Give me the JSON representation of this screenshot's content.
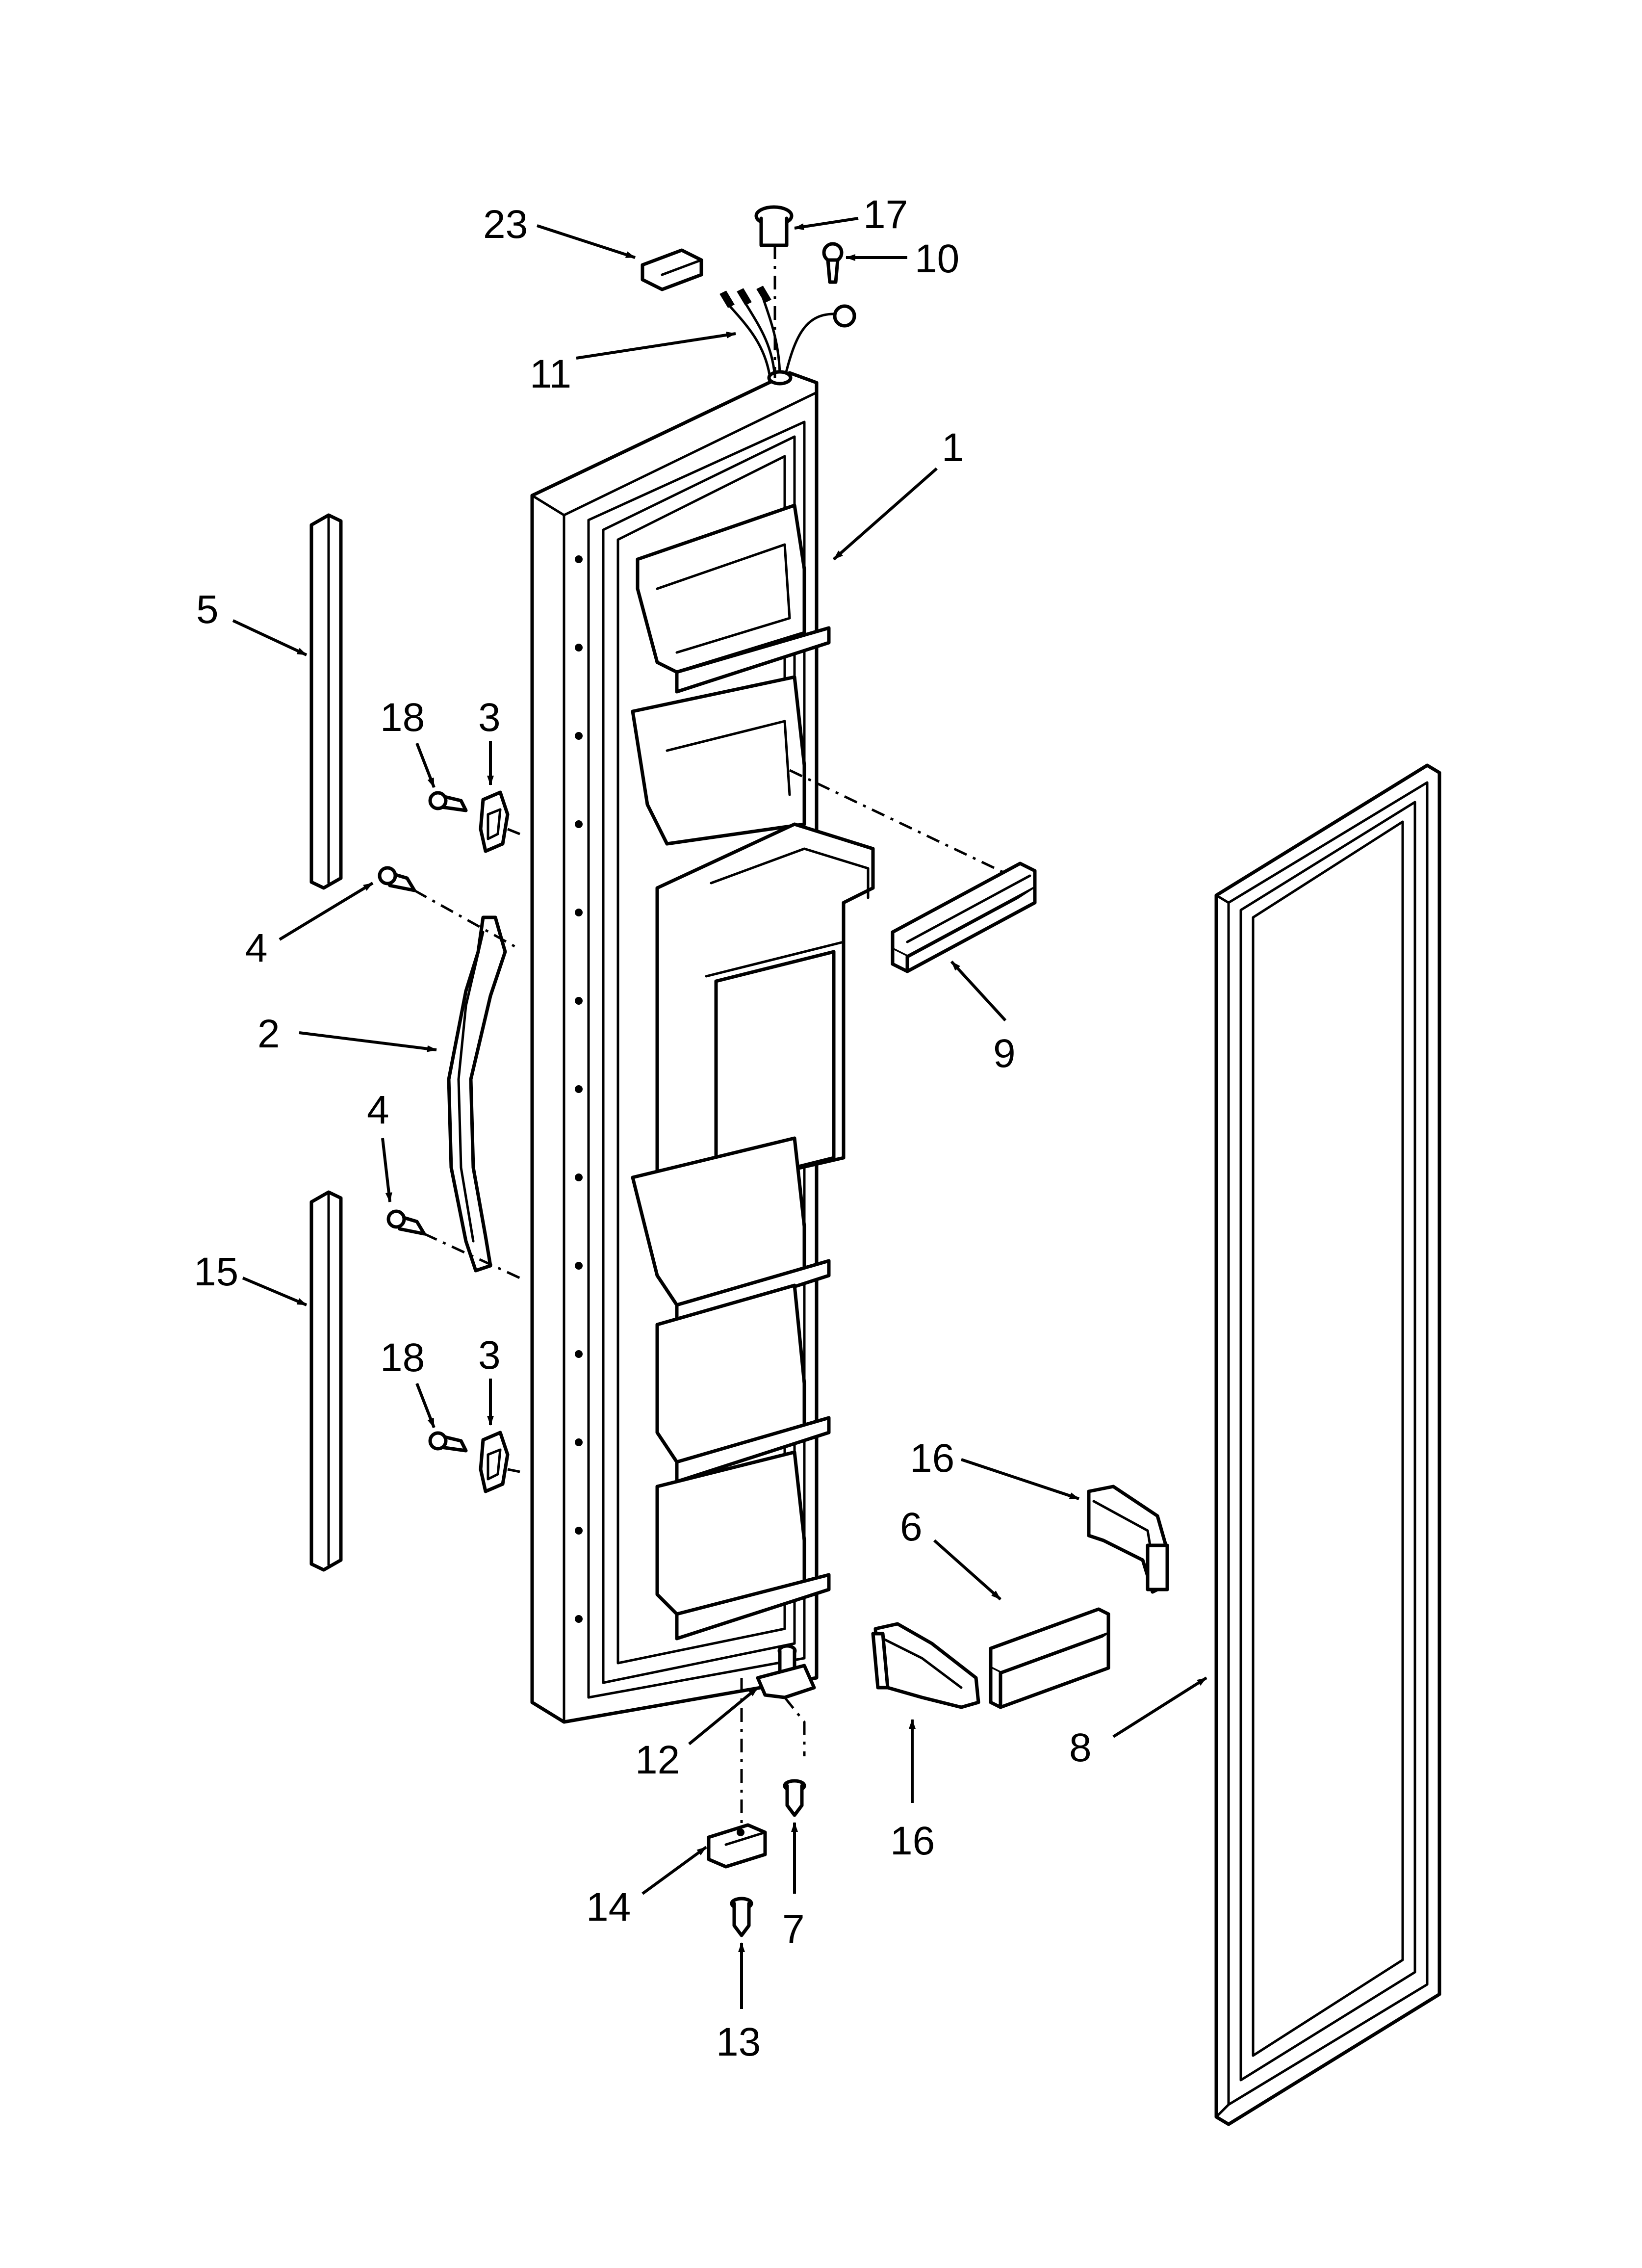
{
  "callouts": [
    "1",
    "2",
    "3",
    "3",
    "4",
    "4",
    "5",
    "6",
    "7",
    "8",
    "9",
    "10",
    "11",
    "12",
    "13",
    "14",
    "15",
    "16",
    "16",
    "17",
    "18",
    "18",
    "23"
  ]
}
